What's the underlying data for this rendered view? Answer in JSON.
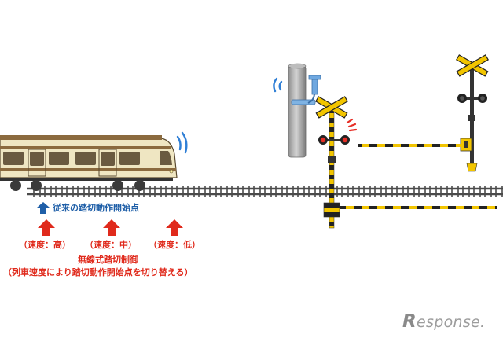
{
  "labels": {
    "conventional_start": "従来の踏切動作開始点",
    "speed_high": "（速度：高）",
    "speed_mid": "（速度：中）",
    "speed_low": "（速度：低）",
    "wireless_title": "無線式踏切制御",
    "wireless_note": "（列車速度により踏切動作開始点を切り替える）"
  },
  "logo": {
    "initial": "R",
    "rest": "esponse."
  },
  "icons": {
    "conventional_arrow": "blue-up-arrow-icon",
    "speed_arrows": "red-up-arrow-icon",
    "signal_waves": "radio-wave-icon",
    "crossing_sign": "crossbuck-icon"
  },
  "colors": {
    "red_text": "#e02a1c",
    "blue_text": "#1f5fa8",
    "barrier_yellow": "#f2c500",
    "train_body": "#efe6c2",
    "train_stripe": "#8b6a3e",
    "wave_blue": "#2f7fd6"
  }
}
